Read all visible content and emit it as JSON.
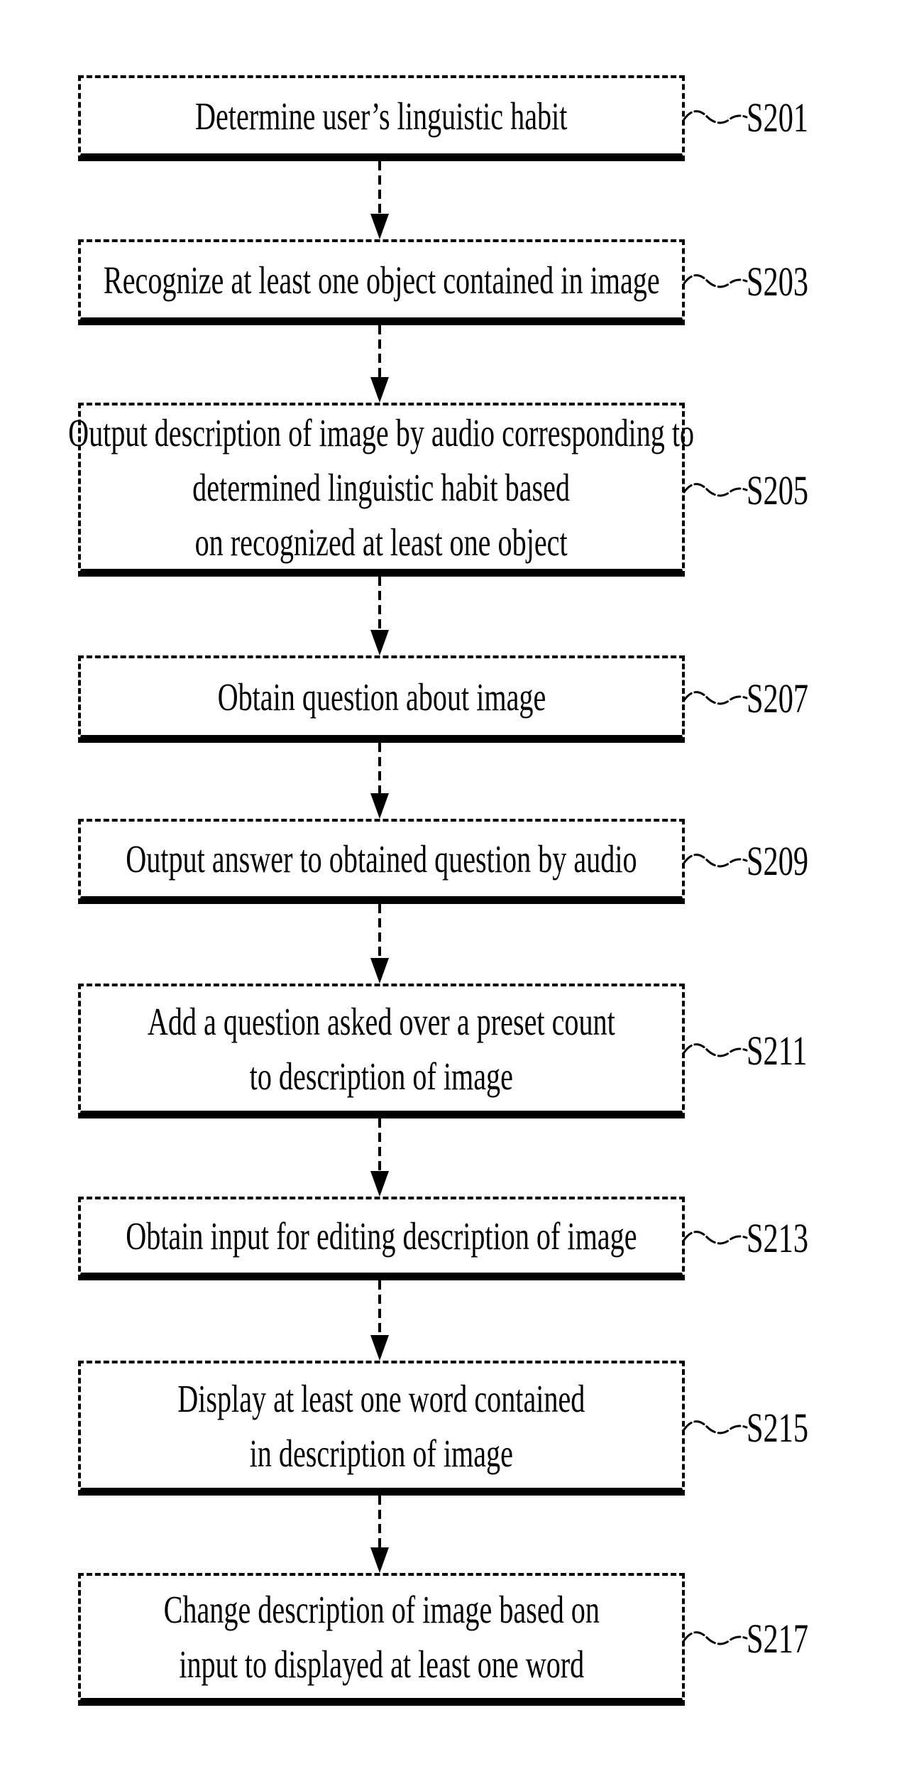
{
  "colors": {
    "ink": "#000000",
    "background": "#ffffff"
  },
  "steps": [
    {
      "label": "S201",
      "lines": [
        "Determine user’s linguistic habit"
      ]
    },
    {
      "label": "S203",
      "lines": [
        "Recognize at least one object contained in image"
      ]
    },
    {
      "label": "S205",
      "lines": [
        "Output description of image by audio corresponding to",
        "determined linguistic habit based",
        "on recognized at least one object"
      ]
    },
    {
      "label": "S207",
      "lines": [
        "Obtain question about image"
      ]
    },
    {
      "label": "S209",
      "lines": [
        "Output answer to obtained question by audio"
      ]
    },
    {
      "label": "S211",
      "lines": [
        "Add a question asked over a preset count",
        "to description of image"
      ]
    },
    {
      "label": "S213",
      "lines": [
        "Obtain input for editing description of image"
      ]
    },
    {
      "label": "S215",
      "lines": [
        "Display at least one word contained",
        "in description of image"
      ]
    },
    {
      "label": "S217",
      "lines": [
        "Change description of image based on",
        "input to displayed at least one word"
      ]
    }
  ]
}
